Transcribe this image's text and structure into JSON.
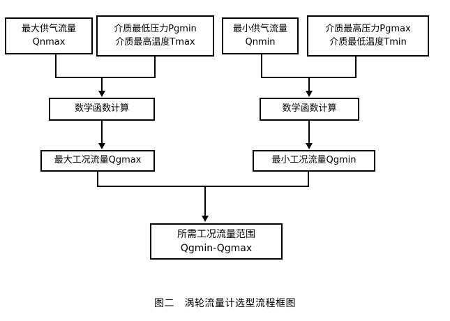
{
  "diagram": {
    "title_caption": "图二　涡轮流量计选型流程框图",
    "nodes": {
      "qnmax": {
        "line_a": "最大供气流量",
        "line_b": "Qnmax"
      },
      "pgmin_tmax": {
        "line_a": "介质最低压力Pgmin",
        "line_b": "介质最高温度Tmax"
      },
      "qnmin": {
        "line_a": "最小供气流量",
        "line_b": "Qnmin"
      },
      "pgmax_tmin": {
        "line_a": "介质最高压力Pgmax",
        "line_b": "介质最低温度Tmin"
      },
      "math_left": {
        "line_a": "数学函数计算"
      },
      "math_right": {
        "line_a": "数学函数计算"
      },
      "qgmax": {
        "line_a": "最大工况流量Qgmax"
      },
      "qgmin": {
        "line_a": "最小工况流量Qgmin"
      },
      "final": {
        "line_a": "所需工况流量范围",
        "line_b": "Qgmin-Qgmax"
      }
    },
    "colors": {
      "stroke": "#000000",
      "fill": "#ffffff",
      "text": "#000000"
    }
  }
}
